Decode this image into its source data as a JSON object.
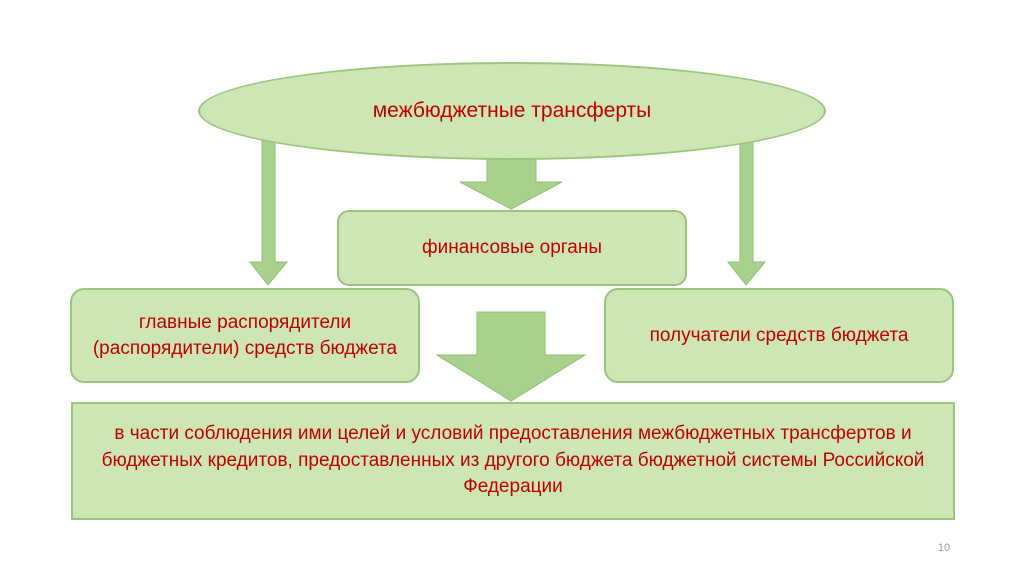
{
  "diagram": {
    "top_node": "межбюджетные трансферты",
    "center_node": "финансовые органы",
    "left_node": "главные распорядители (распорядители) средств бюджета",
    "right_node": "получатели средств бюджета",
    "bottom_node": "в части соблюдения ими целей и условий предоставления межбюджетных трансфертов и бюджетных кредитов, предоставленных из другого бюджета бюджетной системы Российской Федерации"
  },
  "slide": {
    "page_number": "10"
  },
  "colors": {
    "box_fill": "#cde6b4",
    "box_border": "#9bc47e",
    "arrow_fill": "#a9d18e",
    "text": "#c00000"
  }
}
